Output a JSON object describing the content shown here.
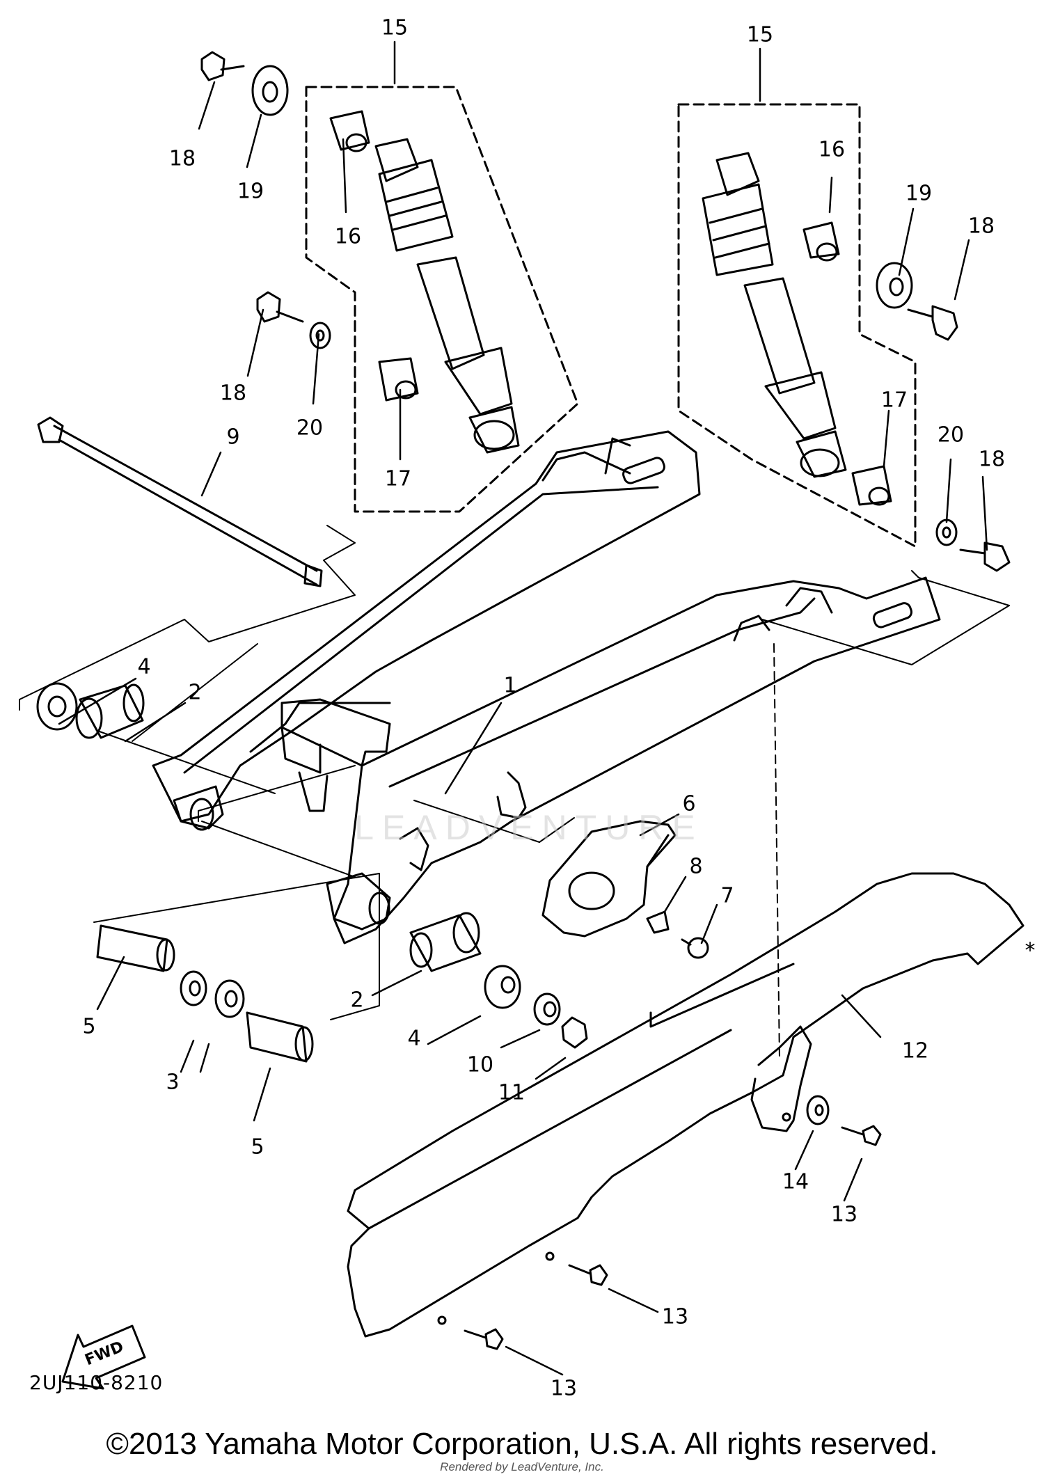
{
  "labels": [
    {
      "name": "callout-15-left",
      "text": "15"
    },
    {
      "name": "callout-15-right",
      "text": "15"
    },
    {
      "name": "callout-18-top-left",
      "text": "18"
    },
    {
      "name": "callout-19-top-left",
      "text": "19"
    },
    {
      "name": "callout-16-left",
      "text": "16"
    },
    {
      "name": "callout-16-right",
      "text": "16"
    },
    {
      "name": "callout-19-right",
      "text": "19"
    },
    {
      "name": "callout-18-right-top",
      "text": "18"
    },
    {
      "name": "callout-18-mid-left",
      "text": "18"
    },
    {
      "name": "callout-20-left",
      "text": "20"
    },
    {
      "name": "callout-17-left",
      "text": "17"
    },
    {
      "name": "callout-17-right",
      "text": "17"
    },
    {
      "name": "callout-20-right",
      "text": "20"
    },
    {
      "name": "callout-18-right-bottom",
      "text": "18"
    },
    {
      "name": "callout-9",
      "text": "9"
    },
    {
      "name": "callout-4-top",
      "text": "4"
    },
    {
      "name": "callout-2-top",
      "text": "2"
    },
    {
      "name": "callout-1",
      "text": "1"
    },
    {
      "name": "callout-6",
      "text": "6"
    },
    {
      "name": "callout-8",
      "text": "8"
    },
    {
      "name": "callout-7",
      "text": "7"
    },
    {
      "name": "callout-asterisk",
      "text": "*"
    },
    {
      "name": "callout-12",
      "text": "12"
    },
    {
      "name": "callout-5-left",
      "text": "5"
    },
    {
      "name": "callout-2-bottom",
      "text": "2"
    },
    {
      "name": "callout-4-bottom",
      "text": "4"
    },
    {
      "name": "callout-10",
      "text": "10"
    },
    {
      "name": "callout-11",
      "text": "11"
    },
    {
      "name": "callout-3",
      "text": "3"
    },
    {
      "name": "callout-5-bottom",
      "text": "5"
    },
    {
      "name": "callout-14",
      "text": "14"
    },
    {
      "name": "callout-13-right",
      "text": "13"
    },
    {
      "name": "callout-13-middle",
      "text": "13"
    },
    {
      "name": "callout-13-bottom",
      "text": "13"
    }
  ],
  "fwd_label": "FWD",
  "diagram_code": "2UJ110-8210",
  "copyright": "©2013 Yamaha Motor Corporation, U.S.A. All rights reserved.",
  "rendered_by": "Rendered by LeadVenture, Inc.",
  "watermark": "LEADVENTURE"
}
